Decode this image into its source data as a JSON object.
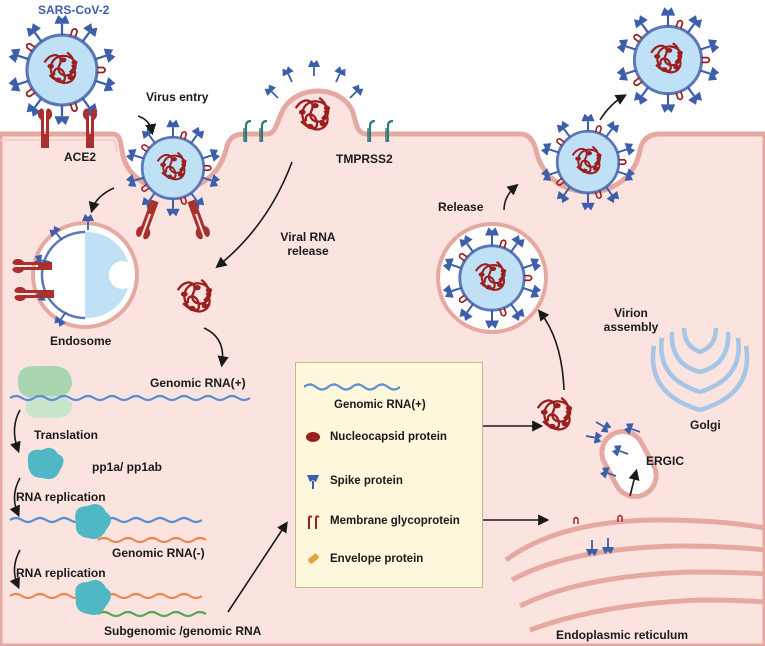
{
  "title": "SARS-CoV-2",
  "labels": {
    "ace2": "ACE2",
    "virus_entry": "Virus entry",
    "tmprss2": "TMPRSS2",
    "viral_rna_release_1": "Viral RNA",
    "viral_rna_release_2": "release",
    "endosome": "Endosome",
    "genomic_rna_plus": "Genomic RNA(+)",
    "translation": "Translation",
    "pp1a": "pp1a/ pp1ab",
    "rna_replication_1": "RNA replication",
    "genomic_rna_minus": "Genomic RNA(-)",
    "rna_replication_2": "RNA replication",
    "subgenomic": "Subgenomic /genomic RNA",
    "release": "Release",
    "virion_assembly_1": "Virion",
    "virion_assembly_2": "assembly",
    "golgi": "Golgi",
    "ergic": "ERGIC",
    "er": "Endoplasmic reticulum"
  },
  "legend": {
    "items": [
      {
        "label": "Genomic RNA(+)",
        "icon": "rna-strand-icon"
      },
      {
        "label": "Nucleocapsid protein",
        "icon": "nucleocapsid-icon"
      },
      {
        "label": "Spike protein",
        "icon": "spike-icon"
      },
      {
        "label": "Membrane glycoprotein",
        "icon": "membrane-glycoprotein-icon"
      },
      {
        "label": "Envelope protein",
        "icon": "envelope-protein-icon"
      }
    ]
  },
  "colors": {
    "cell": "#fbe3e0",
    "membrane": "#e6a9a2",
    "virion_fill": "#bfe0f5",
    "spike": "#3d5ea8",
    "rna": "#9c1f1f",
    "rna_plus": "#5b8fcf",
    "rna_orange": "#e98a55",
    "rna_green": "#5aa657",
    "ribosome": "#a9d6b0",
    "enzyme": "#4fb8c4",
    "legend_bg": "#fdf7dc"
  }
}
